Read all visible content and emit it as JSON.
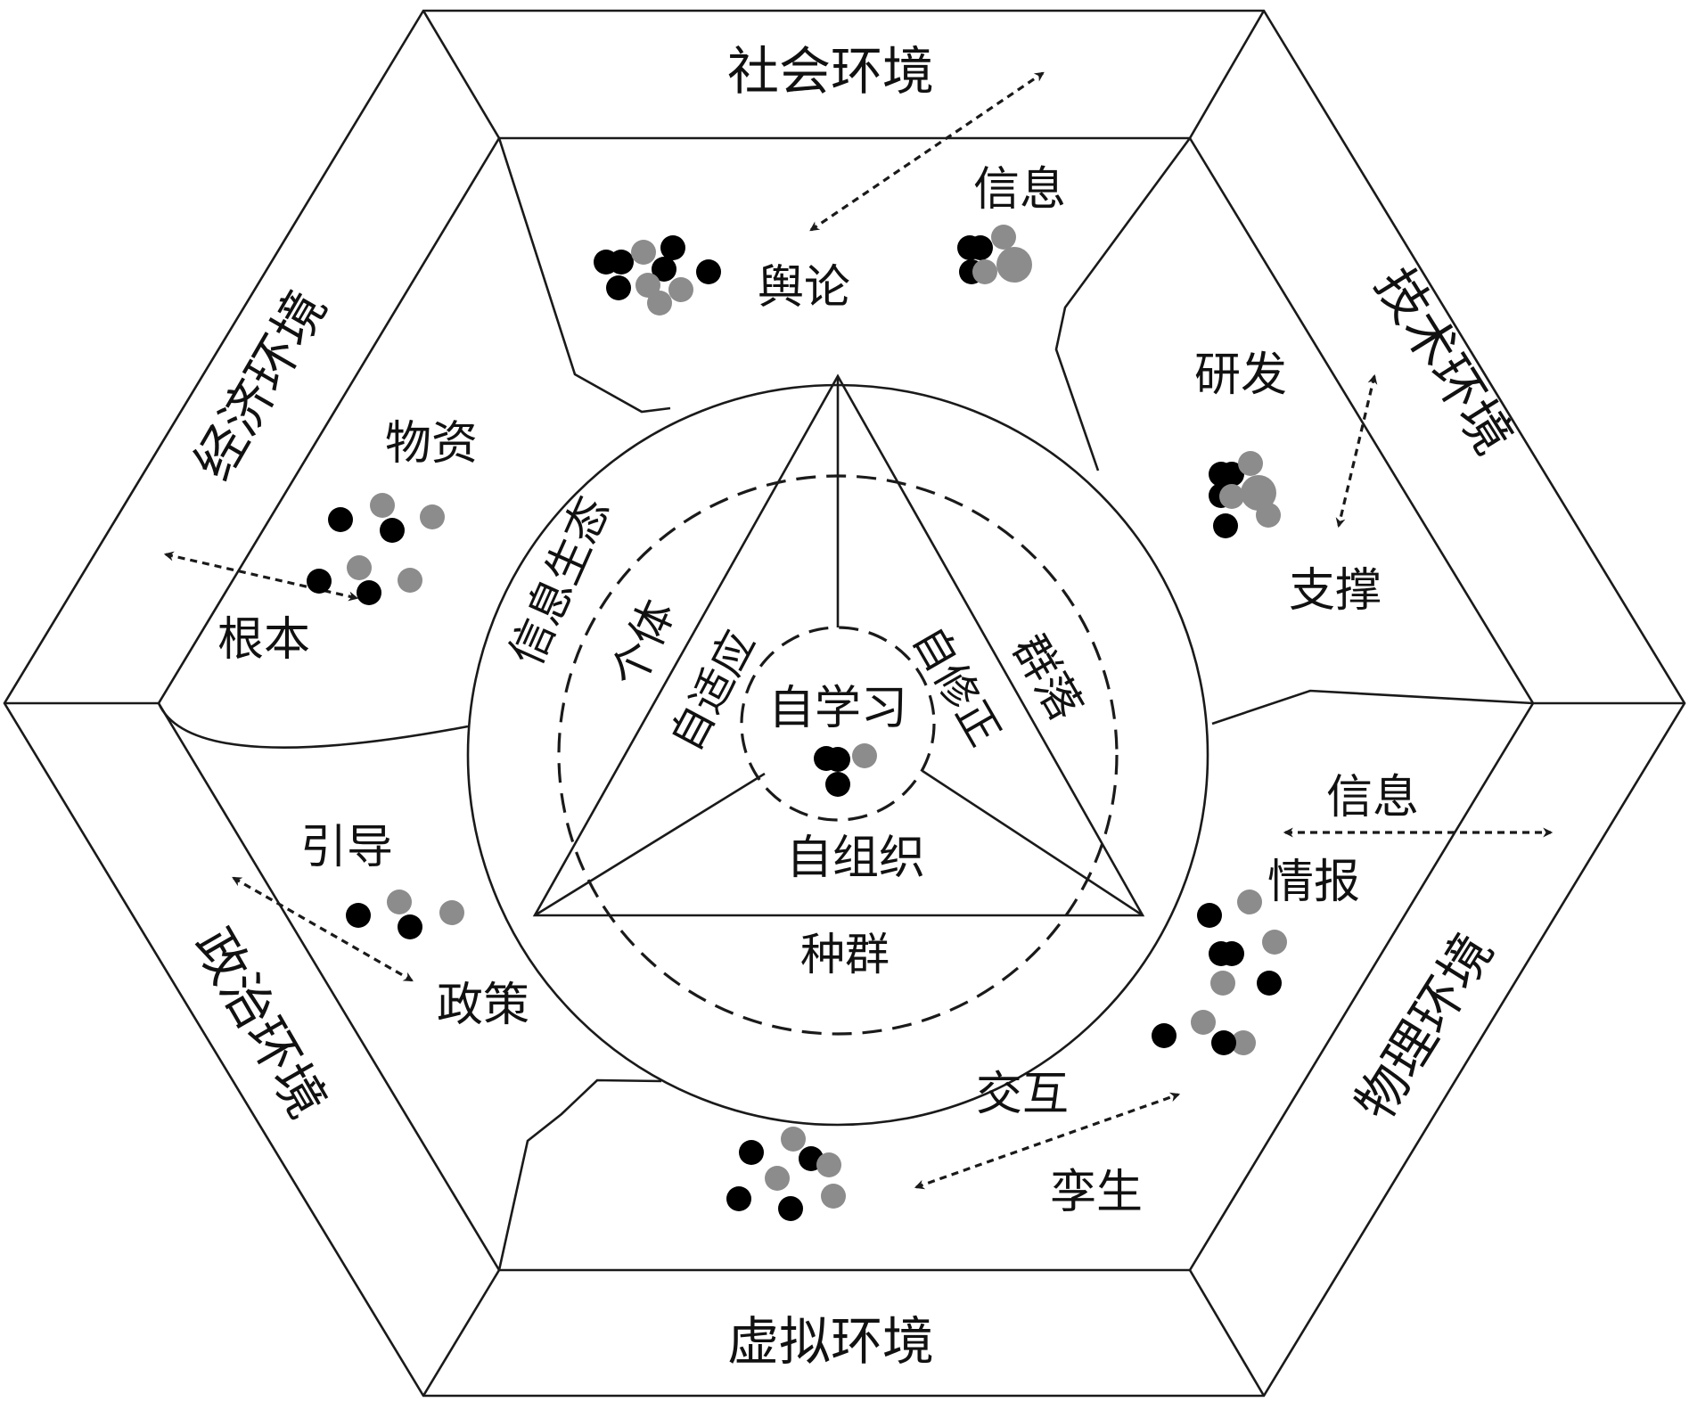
{
  "outer_environments": {
    "social": "社会环境",
    "technology": "技术环境",
    "physical": "物理环境",
    "virtual": "虚拟环境",
    "political": "政治环境",
    "economic": "经济环境"
  },
  "region_labels": {
    "social_a": "信息",
    "social_b": "舆论",
    "tech_a": "研发",
    "tech_b": "支撑",
    "physical_a": "信息",
    "physical_b": "情报",
    "virtual_a": "交互",
    "virtual_b": "孪生",
    "political_a": "引导",
    "political_b": "政策",
    "economic_a": "物资",
    "economic_b": "根本"
  },
  "core": {
    "ecology": "信息生态",
    "individual": "个体",
    "community": "群落",
    "population": "种群",
    "self_learning": "自学习",
    "self_adapting": "自适应",
    "self_correcting": "自修正",
    "self_organizing": "自组织"
  },
  "colors": {
    "line": "#1a1a1a",
    "black_dot": "#000000",
    "gray_dot": "#8c8c8c",
    "background": "#ffffff"
  }
}
